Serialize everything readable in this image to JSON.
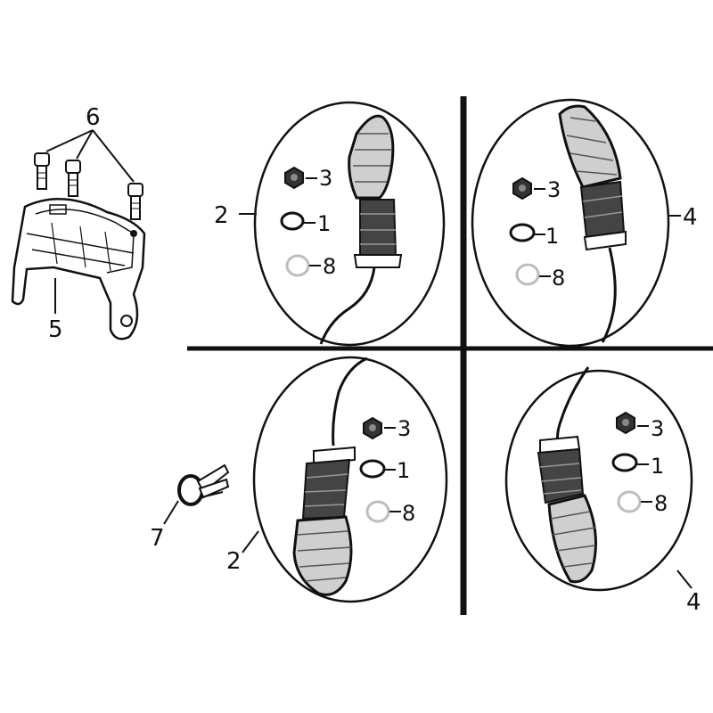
{
  "callouts": {
    "c1": "1",
    "c2": "2",
    "c3": "3",
    "c4": "4",
    "c5": "5",
    "c6": "6",
    "c7": "7",
    "c8": "8"
  },
  "colors": {
    "ink": "#111111",
    "lens": "#cfcfcf",
    "washer_gray": "#bdbdbd"
  }
}
